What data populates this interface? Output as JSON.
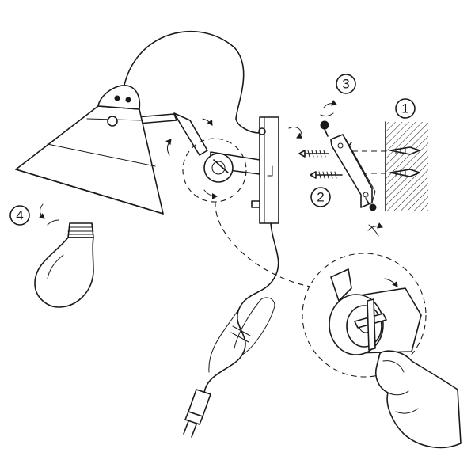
{
  "steps": [
    {
      "number": "1"
    },
    {
      "number": "2"
    },
    {
      "number": "3"
    },
    {
      "number": "4"
    }
  ],
  "components": {
    "lamp_shade": "lamp-shade",
    "bulb": "light-bulb",
    "wall": "wall",
    "mounting_bracket": "mounting-bracket",
    "screws": "wall-screws",
    "anchors": "wall-anchors",
    "plug": "power-plug",
    "cable": "power-cable",
    "hand": "hand"
  },
  "colors": {
    "line": "#1a1a1a",
    "background": "#ffffff"
  }
}
